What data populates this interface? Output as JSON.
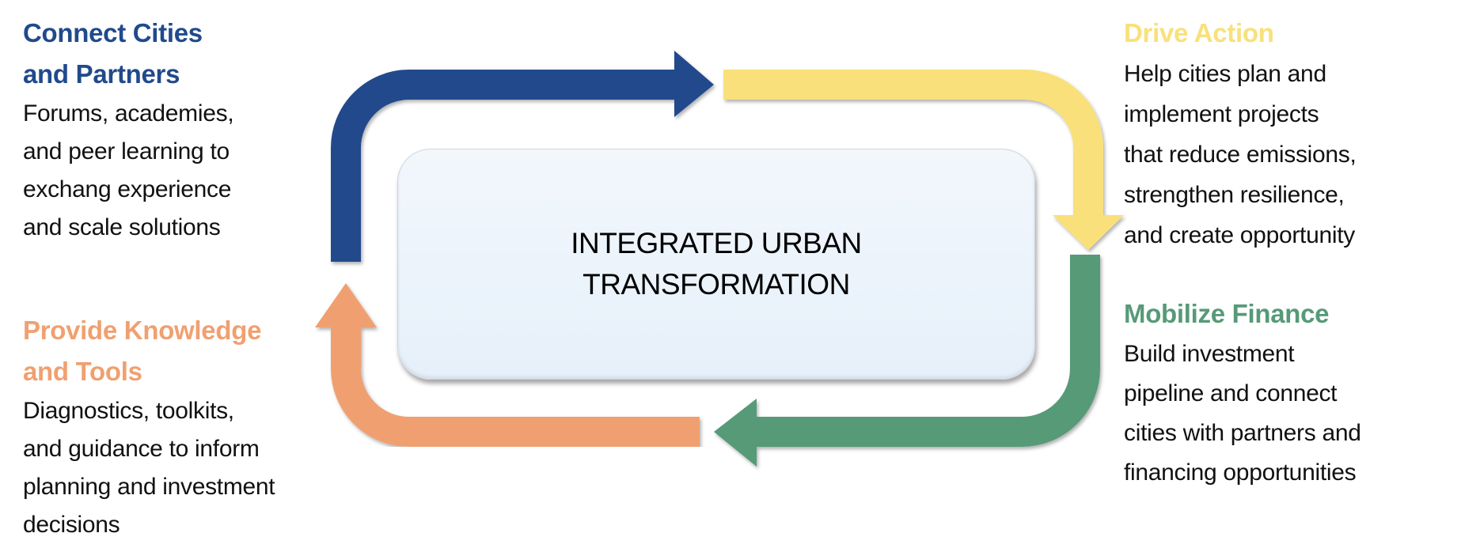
{
  "colors": {
    "blue": "#214a8c",
    "yellow": "#f9e07a",
    "green": "#569a78",
    "orange": "#f0a070"
  },
  "center": {
    "lines": [
      "INTEGRATED URBAN",
      "TRANSFORMATION"
    ]
  },
  "connect": {
    "heading": [
      "Connect Cities",
      "and Partners"
    ],
    "body": [
      "Forums, academies,",
      "and peer learning to",
      "exchang experience",
      "and scale solutions"
    ]
  },
  "drive": {
    "heading": [
      "Drive Action"
    ],
    "body": [
      "Help cities plan and",
      "implement projects",
      "that reduce emissions,",
      "strengthen resilience,",
      "and create opportunity"
    ]
  },
  "finance": {
    "heading": [
      "Mobilize Finance"
    ],
    "body": [
      "Build investment",
      "pipeline and connect",
      "cities with partners and",
      "financing opportunities"
    ]
  },
  "knowledge": {
    "heading": [
      "Provide Knowledge",
      "and Tools"
    ],
    "body": [
      "Diagnostics, toolkits,",
      "and guidance to inform",
      "planning and investment",
      "decisions"
    ]
  }
}
